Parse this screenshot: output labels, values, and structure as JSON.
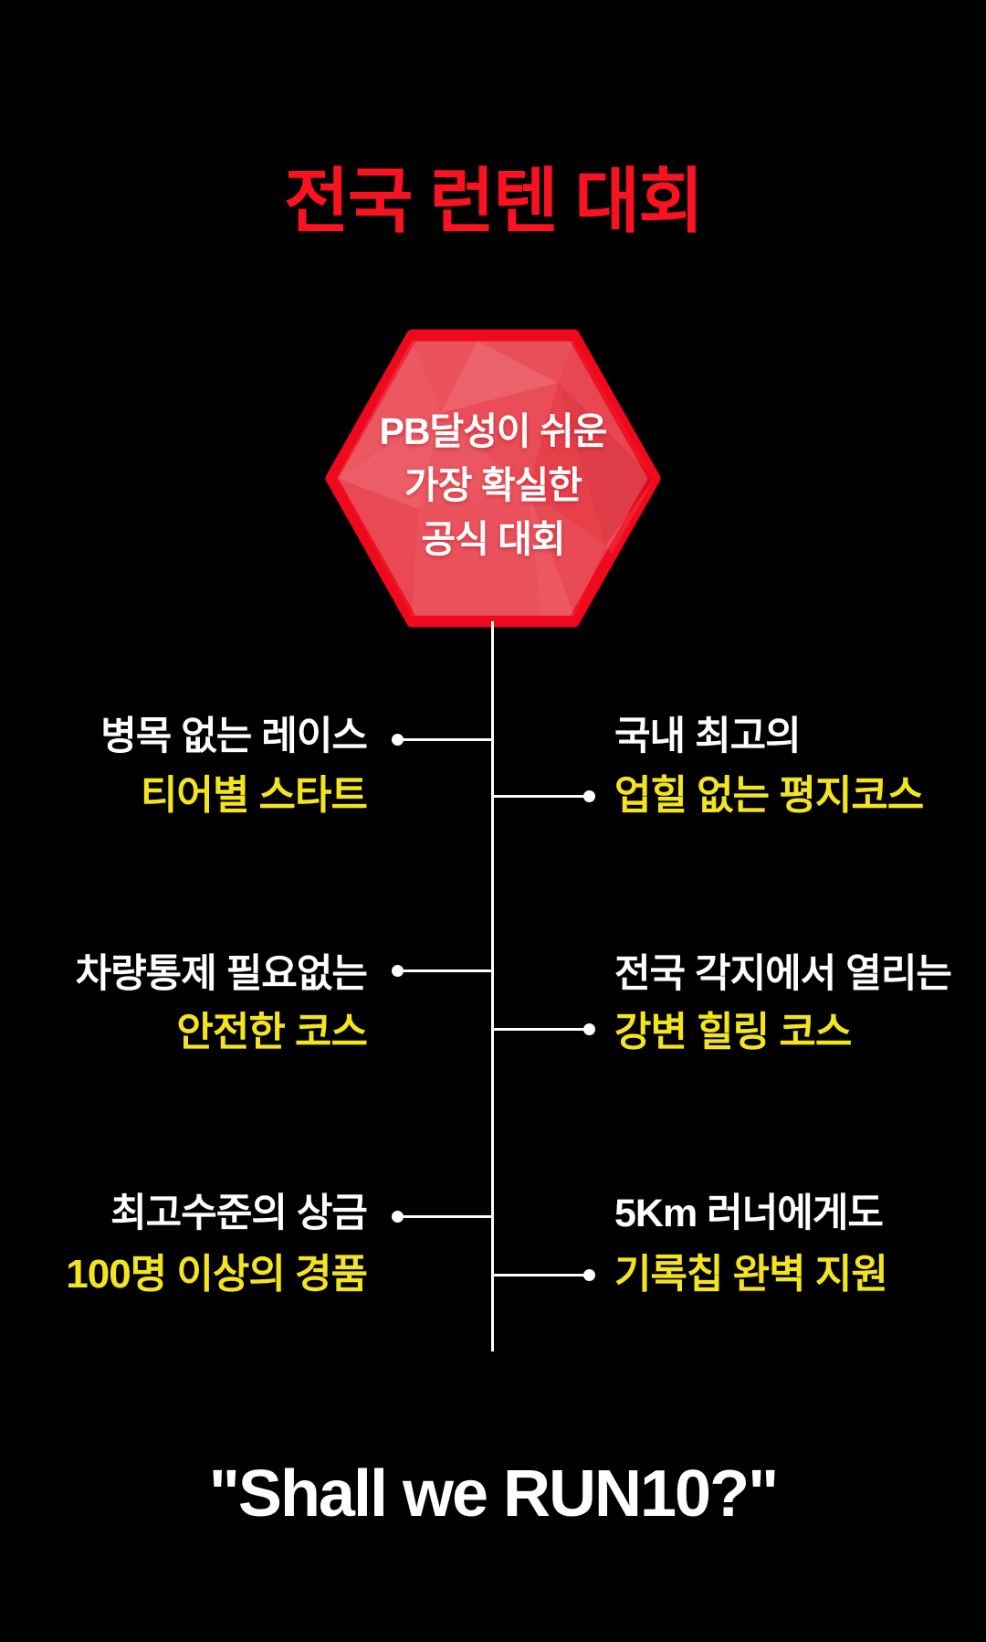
{
  "title": "전국 런텐 대회",
  "hexagon": {
    "line1": "PB달성이 쉬운",
    "line2": "가장 확실한",
    "line3": "공식 대회"
  },
  "features": [
    {
      "side": "left",
      "white": "병목 없는 레이스",
      "yellow": "티어별 스타트"
    },
    {
      "side": "right",
      "white": "국내 최고의",
      "yellow": "업힐 없는 평지코스"
    },
    {
      "side": "left",
      "white": "차량통제 필요없는",
      "yellow": "안전한 코스"
    },
    {
      "side": "right",
      "white": "전국 각지에서 열리는",
      "yellow": "강변 힐링 코스"
    },
    {
      "side": "left",
      "white": "최고수준의 상금",
      "yellow": "100명 이상의 경품"
    },
    {
      "side": "right",
      "white": "5Km 러너에게도",
      "yellow": "기록칩 완벽 지원"
    }
  ],
  "slogan": "\"Shall we RUN10?\"",
  "colors": {
    "background": "#000000",
    "title_red": "#f9121f",
    "hexagon_border": "#ee0a1c",
    "hexagon_fill": "#e8404b",
    "text_white": "#ffffff",
    "highlight_yellow": "#f3e41f"
  }
}
